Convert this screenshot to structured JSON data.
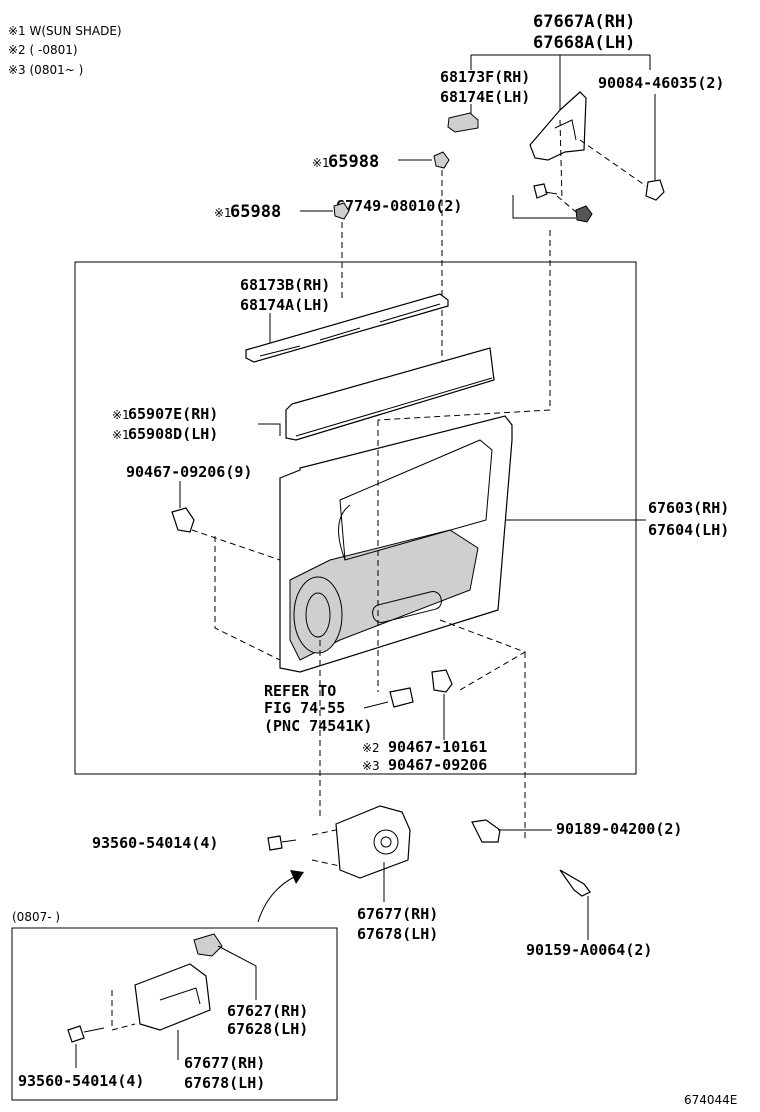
{
  "notes": [
    "※1 W(SUN SHADE)",
    "※2 (      -0801)",
    "※3 (0801~      )"
  ],
  "inset_note": "(0807-      )",
  "figure_code": "674044E",
  "callouts": {
    "c67667A": "67667A(RH)",
    "c67668A": "67668A(LH)",
    "c68173F": "68173F(RH)",
    "c68174E": "68174E(LH)",
    "c90084": "90084-46035(2)",
    "c65988a_mark": "※1",
    "c65988a": "65988",
    "c65988b_mark": "※1",
    "c65988b": "65988",
    "c67749": "67749-08010(2)",
    "c68173B": "68173B(RH)",
    "c68174A": "68174A(LH)",
    "c65907E_mark": "※1",
    "c65907E": "65907E(RH)",
    "c65908D_mark": "※1",
    "c65908D": "65908D(LH)",
    "c90467_9": "90467-09206(9)",
    "c67603": "67603(RH)",
    "c67604": "67604(LH)",
    "refer1": "REFER TO",
    "refer2": "FIG 74-55",
    "refer3": "(PNC 74541K)",
    "c90467_10161_mark": "※2",
    "c90467_10161": "90467-10161",
    "c90467_09206_mark": "※3",
    "c90467_09206": "90467-09206",
    "c93560_a": "93560-54014(4)",
    "c90189": "90189-04200(2)",
    "c67677_a": "67677(RH)",
    "c67678_a": "67678(LH)",
    "c90159": "90159-A0064(2)",
    "c67627": "67627(RH)",
    "c67628": "67628(LH)",
    "c93560_b": "93560-54014(4)",
    "c67677_b": "67677(RH)",
    "c67678_b": "67678(LH)"
  }
}
